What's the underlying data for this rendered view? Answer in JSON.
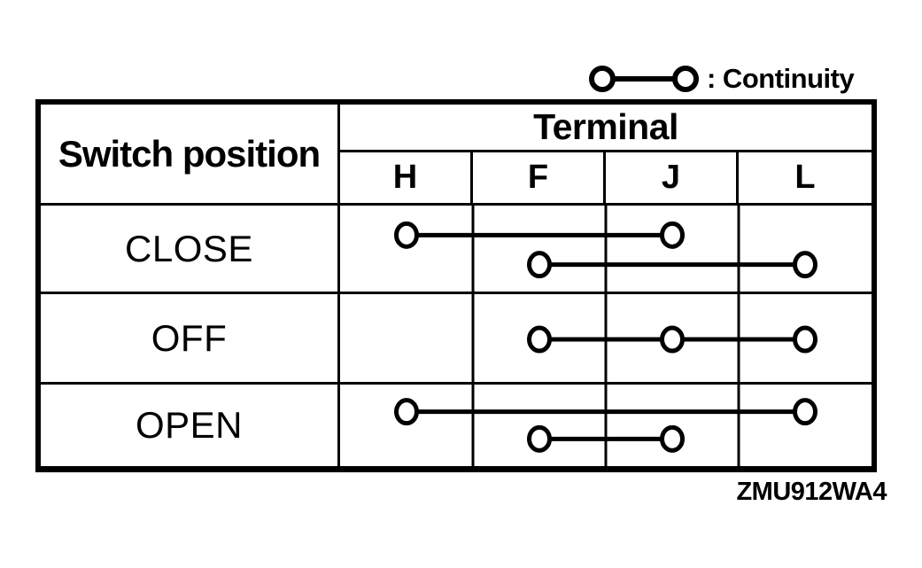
{
  "legend": {
    "symbol": "continuity-link",
    "label": ": Continuity"
  },
  "table": {
    "corner_header": "Switch position",
    "terminal_group_header": "Terminal",
    "terminal_columns": [
      "H",
      "F",
      "J",
      "L"
    ],
    "rows": [
      {
        "switch_position": "CLOSE",
        "continuity": [
          [
            "H",
            "J"
          ],
          [
            "F",
            "L"
          ]
        ]
      },
      {
        "switch_position": "OFF",
        "continuity": [
          [
            "F",
            "J",
            "L"
          ]
        ]
      },
      {
        "switch_position": "OPEN",
        "continuity": [
          [
            "H",
            "L"
          ],
          [
            "F",
            "J"
          ]
        ]
      }
    ]
  },
  "figure_code": "ZMU912WA4",
  "colors": {
    "ink": "#000000",
    "paper": "#ffffff"
  }
}
